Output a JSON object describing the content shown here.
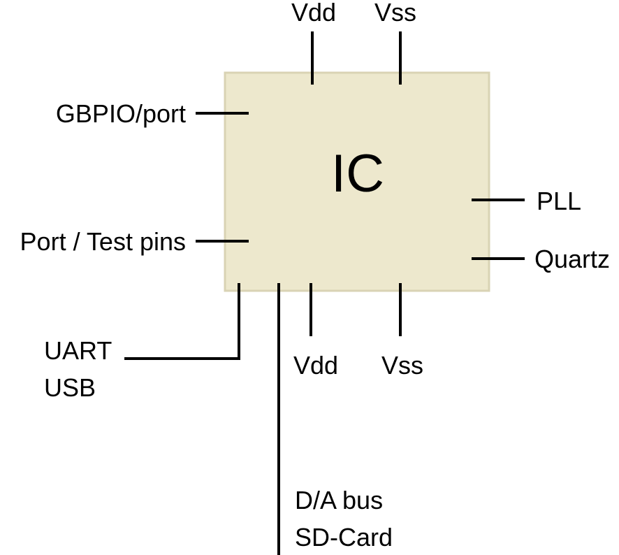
{
  "chip": {
    "title": "IC",
    "fill": "#ede8cd",
    "border": "#d9d3b4"
  },
  "pins": {
    "top_vdd": "Vdd",
    "top_vss": "Vss",
    "gbpio": "GBPIO/port",
    "port_test": "Port / Test pins",
    "pll": "PLL",
    "quartz": "Quartz",
    "uart": "UART",
    "usb": "USB",
    "bottom_vdd": "Vdd",
    "bottom_vss": "Vss",
    "da_bus": "D/A bus",
    "sd_card": "SD-Card"
  },
  "line_color": "#000000"
}
